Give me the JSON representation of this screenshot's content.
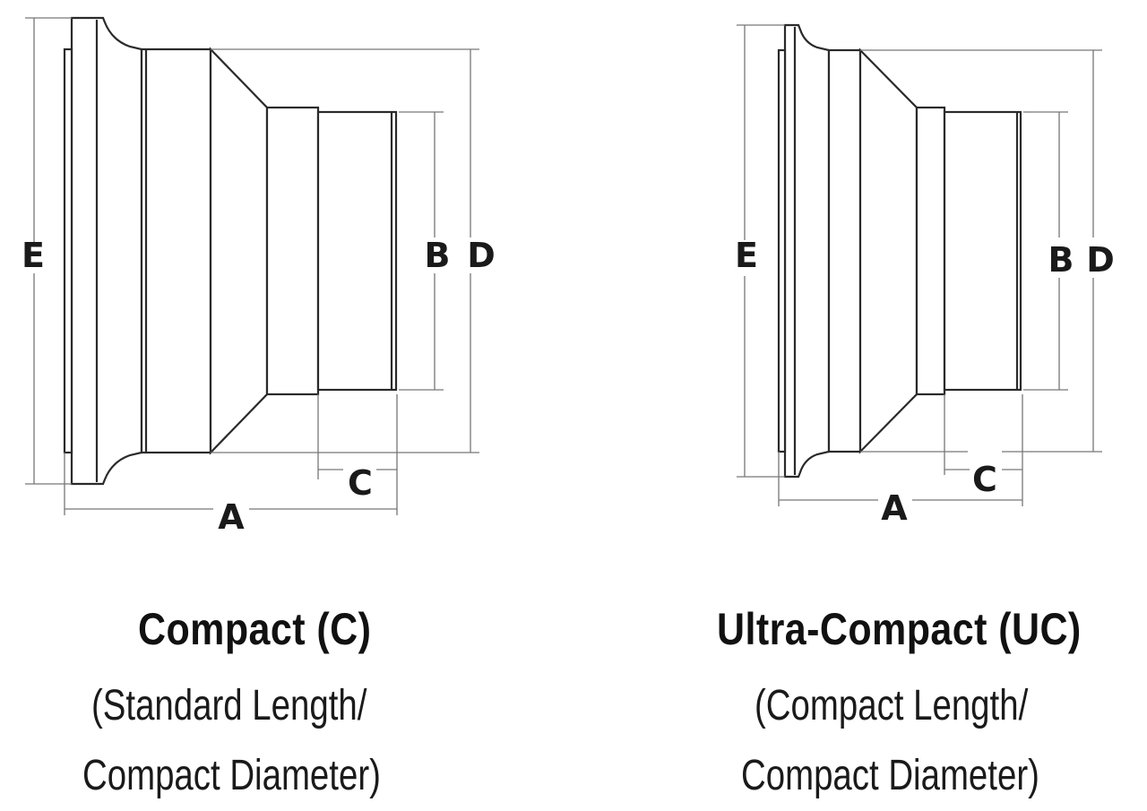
{
  "diagrams": [
    {
      "labels": {
        "a": "A",
        "b": "B",
        "c": "C",
        "d": "D",
        "e": "E"
      },
      "title": "Compact (C)",
      "subtitle_line1": "(Standard Length/",
      "subtitle_line2": "Compact Diameter)"
    },
    {
      "labels": {
        "a": "A",
        "b": "B",
        "c": "C",
        "d": "D",
        "e": "E"
      },
      "title": "Ultra-Compact (UC)",
      "subtitle_line1": "(Compact Length/",
      "subtitle_line2": "Compact Diameter)"
    }
  ],
  "colors": {
    "outline": "#2a2a2a",
    "dimension": "#777777"
  }
}
